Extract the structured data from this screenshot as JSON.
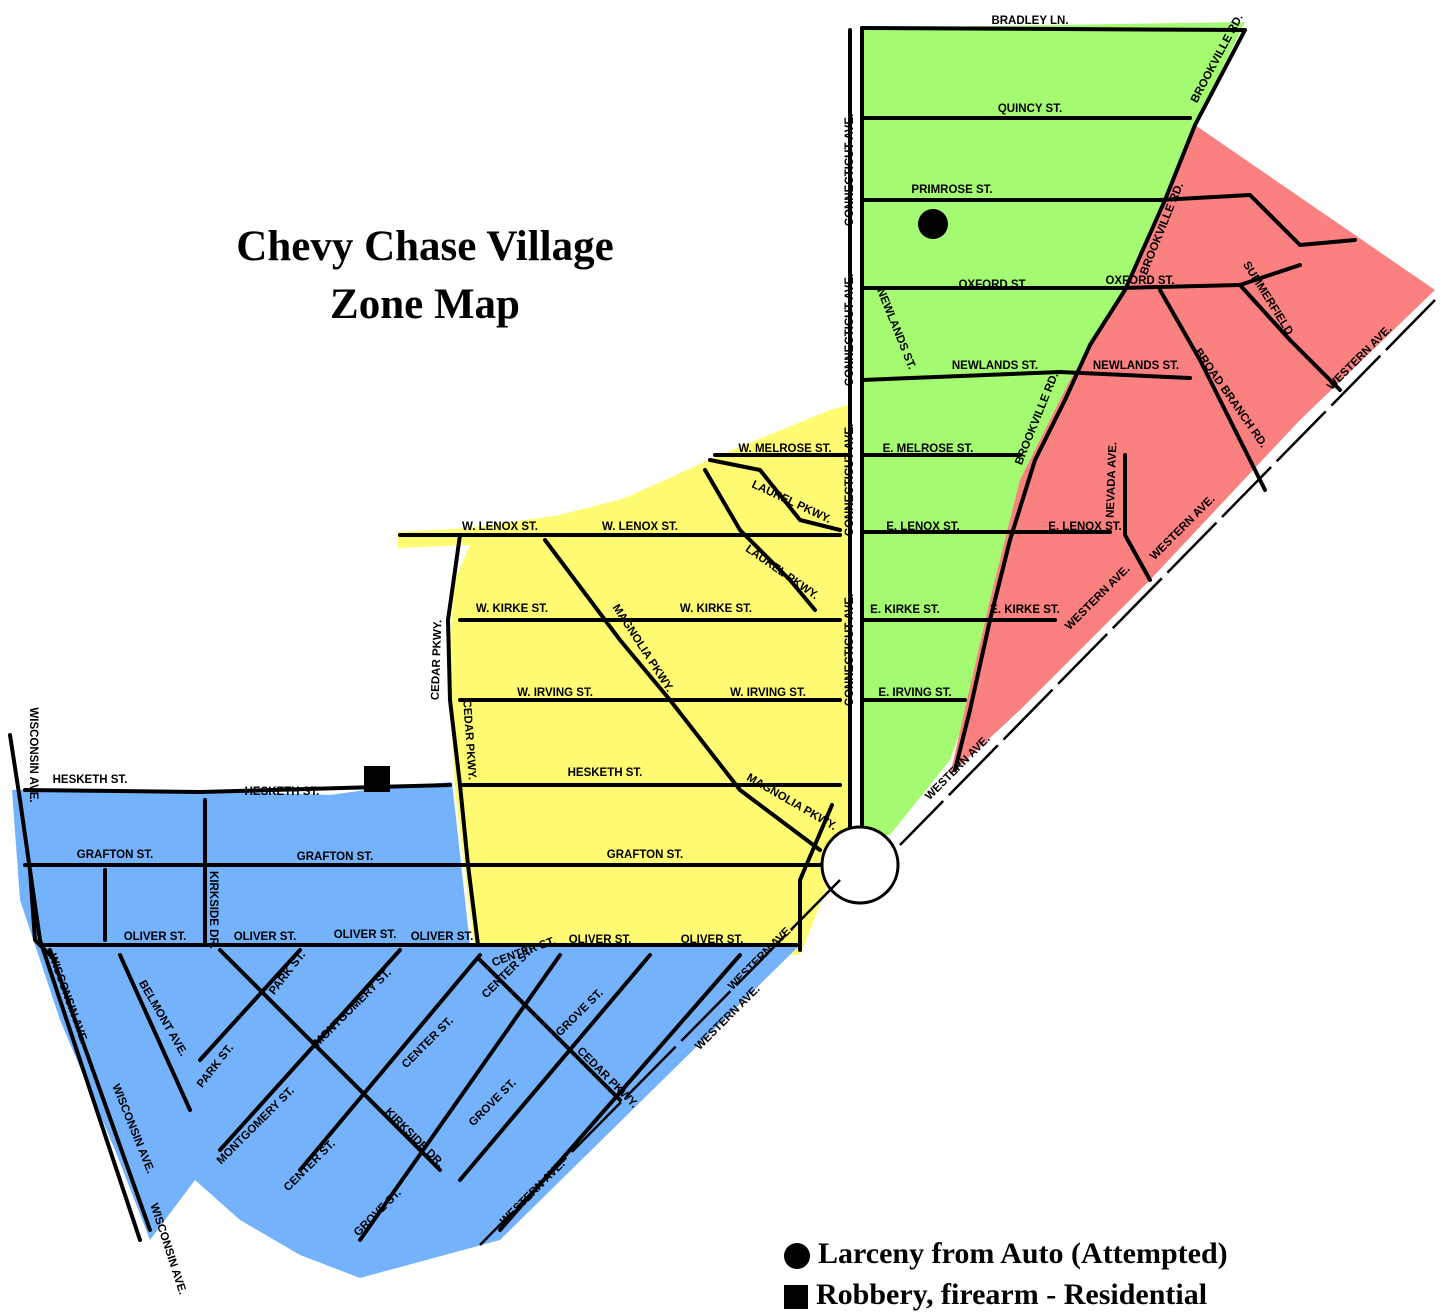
{
  "title": {
    "line1": "Chevy Chase Village",
    "line2": "Zone Map"
  },
  "zone_colors": {
    "north": "#a4fa70",
    "east": "#fb8181",
    "central": "#fffc74",
    "south": "#75b2fc"
  },
  "legend": [
    {
      "symbol": "circle",
      "label": "Larceny from Auto (Attempted)"
    },
    {
      "symbol": "square",
      "label": "Robbery, firearm - Residential"
    }
  ],
  "streets": [
    "BRADLEY LN.",
    "BROOKVILLE RD.",
    "QUINCY ST.",
    "PRIMROSE ST.",
    "CONNECTICUT AVE.",
    "OXFORD ST.",
    "NEWLANDS ST.",
    "SUMMERFIELD",
    "WESTERN AVE.",
    "BROAD BRANCH RD.",
    "W. MELROSE ST.",
    "E. MELROSE ST.",
    "LAUREL PKWY.",
    "W. LENOX ST.",
    "E. LENOX ST.",
    "NEVADA AVE.",
    "W. KIRKE ST.",
    "E. KIRKE ST.",
    "MAGNOLIA PKWY.",
    "CEDAR PKWY.",
    "W. IRVING ST.",
    "E. IRVING ST.",
    "HESKETH ST.",
    "GRAFTON ST.",
    "WISCONSIN AVE.",
    "KIRKSIDE DR.",
    "OLIVER ST.",
    "PARK ST.",
    "BELMONT AVE.",
    "MONTGOMERY ST.",
    "CENTER ST.",
    "GROVE ST."
  ]
}
